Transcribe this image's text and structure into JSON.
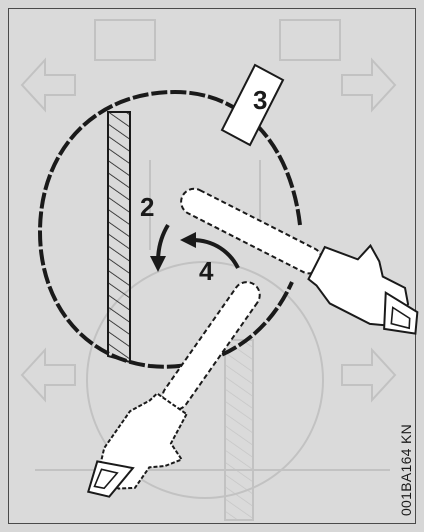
{
  "labels": {
    "step_2": "2",
    "step_3": "3",
    "step_4": "4"
  },
  "reference_code": "001BA164 KN",
  "colors": {
    "background": "#d7d7d7",
    "ink": "#1a1a1a",
    "ghost": "#c4c4c4",
    "saw_fill": "#ffffff"
  }
}
